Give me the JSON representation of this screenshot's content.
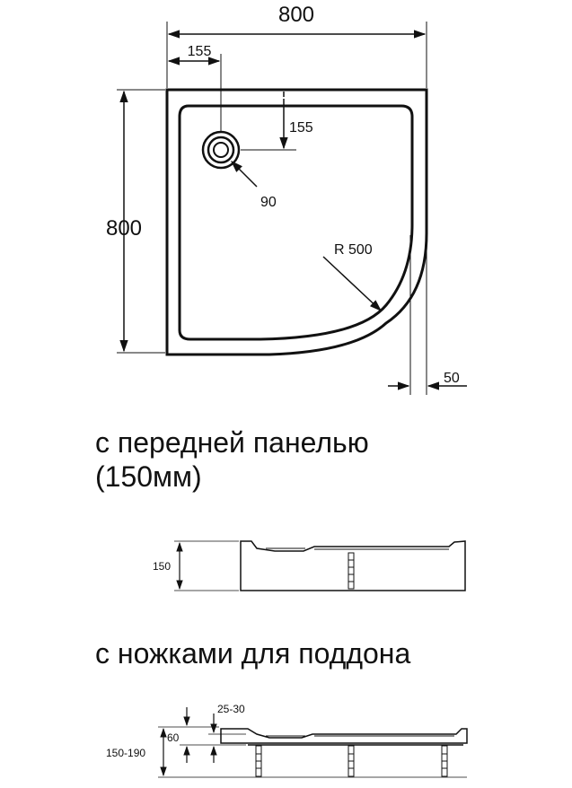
{
  "top_view": {
    "overall_width": "800",
    "overall_height": "800",
    "drain_offset_x": "155",
    "drain_offset_y": "155",
    "drain_diameter": "90",
    "radius": "R 500",
    "rim_offset": "50"
  },
  "captions": {
    "front_panel_line1": "с передней панелью",
    "front_panel_line2": "(150мм)",
    "legs": "с ножками для поддона"
  },
  "front_panel_view": {
    "height": "150"
  },
  "legs_view": {
    "tray_height": "60",
    "adjust_range": "25-30",
    "total_height": "150-190"
  }
}
